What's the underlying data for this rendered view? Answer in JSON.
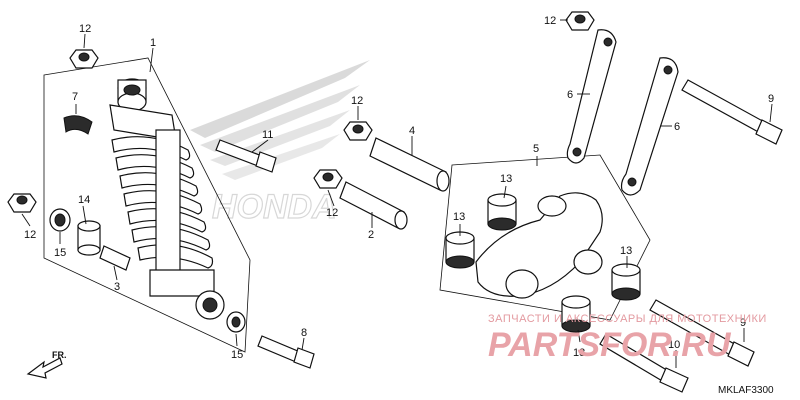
{
  "diagram": {
    "code": "MKLAF3300",
    "direction_label": "FR.",
    "watermark": {
      "text": "ЗАПЧАСТИ И АКСЕССУАРЫ ДЛЯ МОТОТЕХНИКИ",
      "brand": "PARTSFOR.RU",
      "logo_text": "HONDA"
    },
    "callouts": [
      {
        "id": "c1",
        "label": "1"
      },
      {
        "id": "c12a",
        "label": "12"
      },
      {
        "id": "c7",
        "label": "7"
      },
      {
        "id": "c12b",
        "label": "12"
      },
      {
        "id": "c14",
        "label": "14"
      },
      {
        "id": "c15a",
        "label": "15"
      },
      {
        "id": "c3",
        "label": "3"
      },
      {
        "id": "c15b",
        "label": "15"
      },
      {
        "id": "c11",
        "label": "11"
      },
      {
        "id": "c12c",
        "label": "12"
      },
      {
        "id": "c4",
        "label": "4"
      },
      {
        "id": "c12d",
        "label": "12"
      },
      {
        "id": "c2",
        "label": "2"
      },
      {
        "id": "c8",
        "label": "8"
      },
      {
        "id": "c12e",
        "label": "12"
      },
      {
        "id": "c6a",
        "label": "6"
      },
      {
        "id": "c6b",
        "label": "6"
      },
      {
        "id": "c9a",
        "label": "9"
      },
      {
        "id": "c5",
        "label": "5"
      },
      {
        "id": "c13a",
        "label": "13"
      },
      {
        "id": "c13b",
        "label": "13"
      },
      {
        "id": "c13c",
        "label": "13"
      },
      {
        "id": "c13d",
        "label": "13"
      },
      {
        "id": "c9b",
        "label": "9"
      },
      {
        "id": "c10",
        "label": "10"
      }
    ]
  }
}
